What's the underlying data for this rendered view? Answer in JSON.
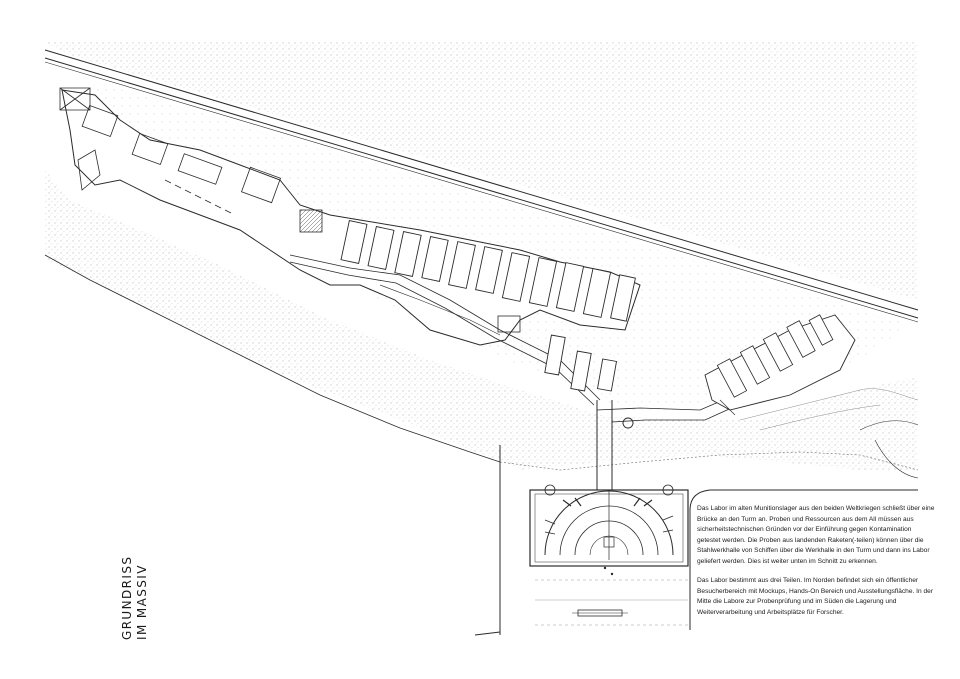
{
  "title": {
    "line1": "GRUNDRISS",
    "line2": "IM MASSIV"
  },
  "description": {
    "paragraph1": "Das Labor im alten Munitionslager aus den beiden Weltkriegen schließt über eine Brücke an den Turm an. Proben und Ressourcen aus dem All müssen aus sicherheitstechnischen Gründen vor der Einführung gegen Kontamination getestet werden. Die Proben aus landenden Raketen(-teilen) können über die Stahlwerkhalle von Schiffen über die Werkhalle in den Turm und dann ins Labor geliefert werden. Dies ist weiter unten im Schnitt zu erkennen.",
    "paragraph2": "Das Labor bestimmt aus drei Teilen. Im Norden befindet sich ein öffentlicher Besucherbereich mit Mockups, Hands-On Bereich und Ausstellungsfläche. In der Mitte die Labore zur Probenprüfung und im Süden die Lagerung und Weiterverarbeitung und Arbeitsplätze für Forscher."
  },
  "colors": {
    "line": "#2b2b2b",
    "stipple": "#9a9a9a",
    "background": "#ffffff"
  }
}
